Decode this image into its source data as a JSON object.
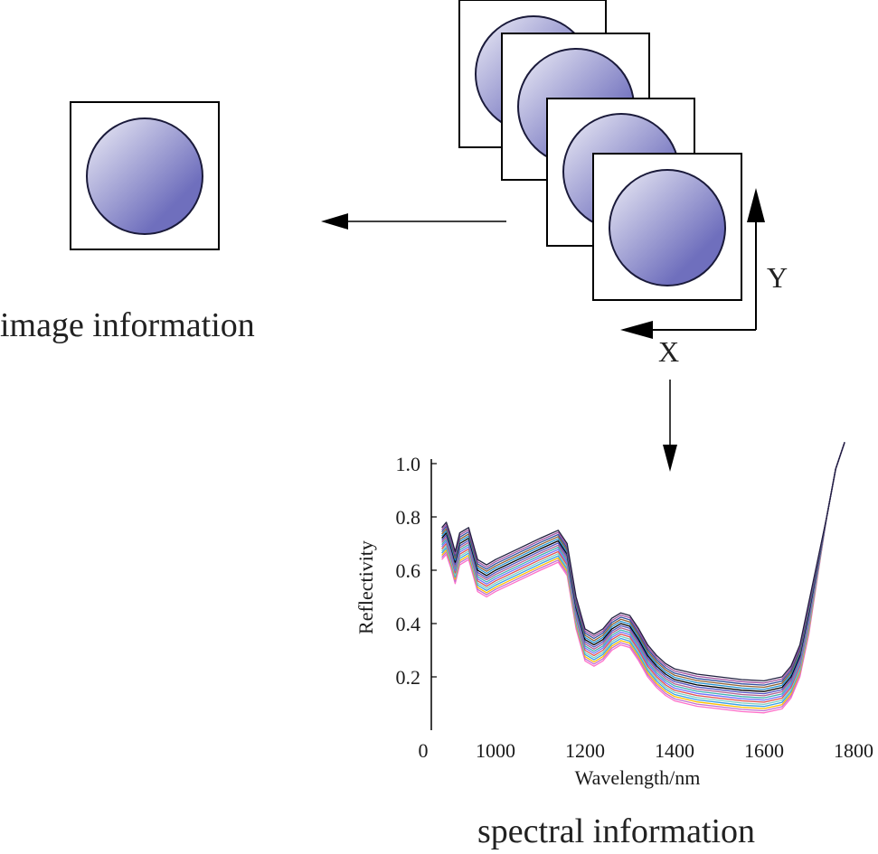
{
  "labels": {
    "image_information": "image information",
    "spectral_information": "spectral information",
    "x_axis_letter": "X",
    "y_axis_letter": "Y"
  },
  "colors": {
    "disc_light": "#eeeef7",
    "disc_dark": "#6f6fbd",
    "arrow": "#000000"
  },
  "chart_data": {
    "type": "line",
    "title": "",
    "xlabel": "Wavelength/nm",
    "ylabel": "Reflectivity",
    "x_tick_labels": [
      "0",
      "1000",
      "1200",
      "1400",
      "1600",
      "1800"
    ],
    "y_tick_labels": [
      "1.0",
      "0.8",
      "0.6",
      "0.4",
      "0.2"
    ],
    "xlim": [
      870,
      1800
    ],
    "ylim": [
      0,
      1.0
    ],
    "base_curve_x": [
      880,
      890,
      900,
      910,
      920,
      940,
      960,
      980,
      1000,
      1050,
      1100,
      1140,
      1160,
      1180,
      1200,
      1220,
      1240,
      1260,
      1280,
      1300,
      1320,
      1340,
      1360,
      1380,
      1400,
      1450,
      1500,
      1550,
      1600,
      1640,
      1660,
      1680,
      1700,
      1720,
      1740,
      1760,
      1780
    ],
    "base_curve_y": [
      0.64,
      0.66,
      0.61,
      0.55,
      0.62,
      0.64,
      0.52,
      0.5,
      0.52,
      0.56,
      0.6,
      0.63,
      0.58,
      0.38,
      0.26,
      0.24,
      0.26,
      0.3,
      0.32,
      0.31,
      0.26,
      0.2,
      0.16,
      0.13,
      0.11,
      0.09,
      0.08,
      0.07,
      0.065,
      0.08,
      0.12,
      0.2,
      0.36,
      0.58,
      0.8,
      0.98,
      1.08
    ],
    "series_offsets": [
      0.0,
      0.008,
      0.016,
      0.024,
      0.032,
      0.04,
      0.048,
      0.056,
      0.064,
      0.072,
      0.08,
      0.088,
      0.096,
      0.104,
      0.112,
      0.12
    ],
    "series_colors": [
      "#ff6fc9",
      "#c070d0",
      "#ffbf00",
      "#3aa0e8",
      "#7fd0c0",
      "#e05050",
      "#7070ff",
      "#40b0b0",
      "#b06090",
      "#5050c0",
      "#000000",
      "#2090d0",
      "#906030",
      "#3050a0",
      "#a050a0",
      "#202040"
    ]
  }
}
